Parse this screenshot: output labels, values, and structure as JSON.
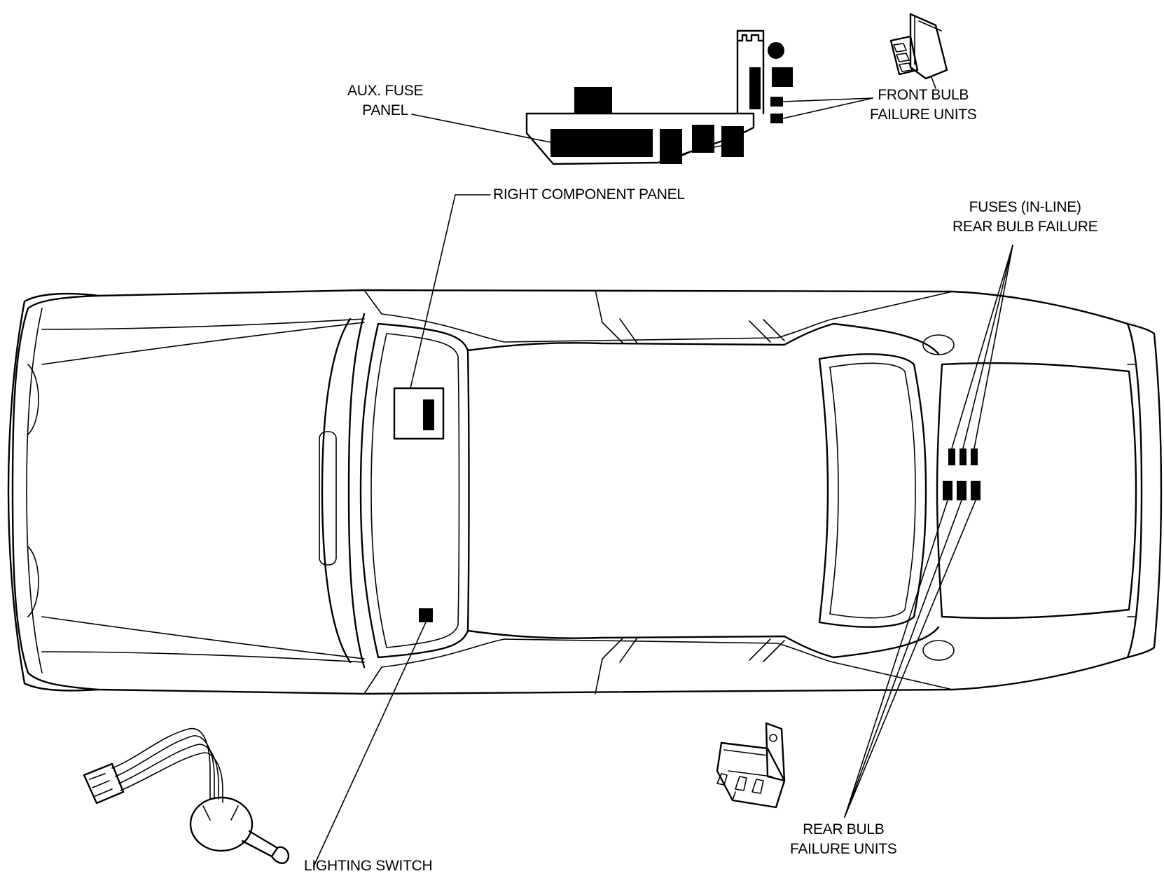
{
  "labels": {
    "aux_fuse_panel": [
      "AUX. FUSE",
      "PANEL"
    ],
    "front_bulb_failure_units": [
      "FRONT BULB",
      "FAILURE UNITS"
    ],
    "right_component_panel": "RIGHT COMPONENT PANEL",
    "fuses_in_line_rear_bulb_failure": [
      "FUSES (IN-LINE)",
      "REAR BULB FAILURE"
    ],
    "rear_bulb_failure_units": [
      "REAR BULB",
      "FAILURE UNITS"
    ],
    "lighting_switch": "LIGHTING SWITCH"
  }
}
